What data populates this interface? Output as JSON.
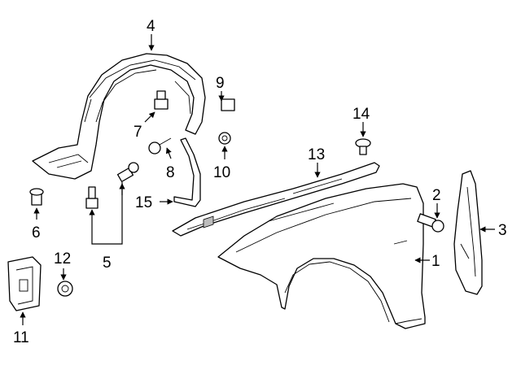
{
  "callouts": [
    {
      "id": "label-1",
      "text": "1"
    },
    {
      "id": "label-2",
      "text": "2"
    },
    {
      "id": "label-3",
      "text": "3"
    },
    {
      "id": "label-4",
      "text": "4"
    },
    {
      "id": "label-5",
      "text": "5"
    },
    {
      "id": "label-6",
      "text": "6"
    },
    {
      "id": "label-7",
      "text": "7"
    },
    {
      "id": "label-8",
      "text": "8"
    },
    {
      "id": "label-9",
      "text": "9"
    },
    {
      "id": "label-10",
      "text": "10"
    },
    {
      "id": "label-11",
      "text": "11"
    },
    {
      "id": "label-12",
      "text": "12"
    },
    {
      "id": "label-13",
      "text": "13"
    },
    {
      "id": "label-14",
      "text": "14"
    },
    {
      "id": "label-15",
      "text": "15"
    }
  ]
}
